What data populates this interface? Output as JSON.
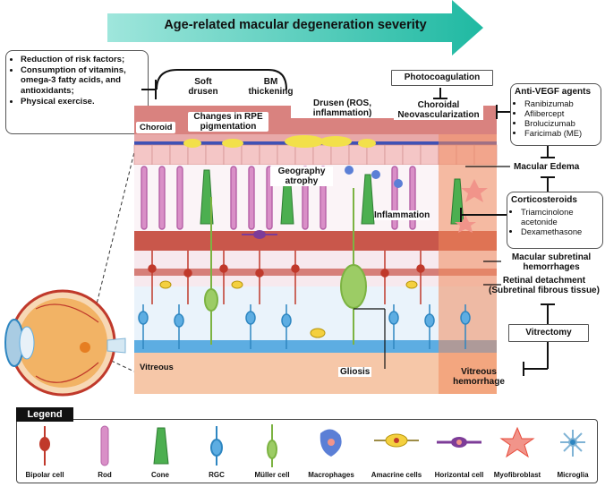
{
  "title": "Age-related macular degeneration severity",
  "prevention": {
    "items": [
      "Reduction of risk factors;",
      "Consumption of vitamins, omega-3 fatty acids, and antioxidants;",
      "Physical exercise."
    ]
  },
  "top_labels": {
    "soft_drusen": "Soft drusen",
    "bm_thickening": "BM thickening",
    "changes_rpe": "Changes in RPE pigmentation",
    "drusen_ros": "Drusen (ROS, inflammation)",
    "choroidal_neo": "Choroidal Neovascularization",
    "geography_atrophy": "Geography atrophy",
    "inflammation": "Inflammation",
    "gliosis": "Gliosis"
  },
  "layers": {
    "choroid": "Choroid",
    "vitreous": "Vitreous"
  },
  "photocoagulation": "Photocoagulation",
  "anti_vegf": {
    "title": "Anti-VEGF agents",
    "items": [
      "Ranibizumab",
      "Aflibercept",
      "Brolucizumab",
      "Faricimab (ME)"
    ]
  },
  "macular_edema": "Macular Edema",
  "corticosteroids": {
    "title": "Corticosteroids",
    "items": [
      "Triamcinolone acetonide",
      "Dexamethasone"
    ]
  },
  "right_labels": {
    "subretinal": "Macular subretinal hemorrhages",
    "detachment": "Retinal detachment (Subretinal fibrous tissue)",
    "vitrectomy": "Vitrectomy",
    "vitreous_hem": "Vitreous hemorrhage"
  },
  "legend": {
    "title": "Legend",
    "items": [
      {
        "label": "Bipolar cell",
        "icon": "bipolar-cell-icon",
        "color": "#c0392b"
      },
      {
        "label": "Rod",
        "icon": "rod-icon",
        "color": "#d98fc7"
      },
      {
        "label": "Cone",
        "icon": "cone-icon",
        "color": "#4caf50"
      },
      {
        "label": "RGC",
        "icon": "rgc-icon",
        "color": "#5dade2"
      },
      {
        "label": "Müller cell",
        "icon": "muller-cell-icon",
        "color": "#9ccc65"
      },
      {
        "label": "Macrophages",
        "icon": "macrophage-icon",
        "color": "#5b7fd6"
      },
      {
        "label": "Amacrine cells",
        "icon": "amacrine-cell-icon",
        "color": "#f4d03f"
      },
      {
        "label": "Horizontal cell",
        "icon": "horizontal-cell-icon",
        "color": "#7d3c98"
      },
      {
        "label": "Myofibroblast",
        "icon": "myofibroblast-icon",
        "color": "#f1948a"
      },
      {
        "label": "Microglia",
        "icon": "microglia-icon",
        "color": "#7fb3d5"
      }
    ]
  },
  "colors": {
    "banner": "#3cc9b4",
    "choroid": "#d9827f",
    "vitreous": "#f6c7a8",
    "rpe": "#f4c6c6"
  }
}
